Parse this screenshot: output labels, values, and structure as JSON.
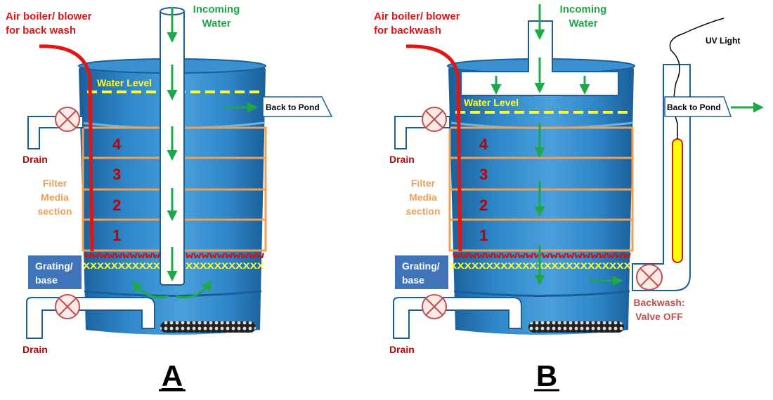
{
  "colors": {
    "barrel": "#2e86c8",
    "barrel_dark": "#1a5f99",
    "water_green": "#1fa84a",
    "air_red": "#e01515",
    "media_orange": "#f0a050",
    "water_level_yellow": "#ffff30",
    "grating_box": "#3f74b8",
    "uv_tube": "#ffff00"
  },
  "diagram_a": {
    "air_label_line1": "Air boiler/ blower",
    "air_label_line2": "for back wash",
    "incoming_line1": "Incoming",
    "incoming_line2": "Water",
    "water_level": "Water Level",
    "back_to_pond": "Back to Pond",
    "drain_top": "Drain",
    "drain_bottom": "Drain",
    "filter_line1": "Filter",
    "filter_line2": "Media",
    "filter_line3": "section",
    "grating_line1": "Grating/",
    "grating_line2": "base",
    "layers": [
      "4",
      "3",
      "2",
      "1"
    ],
    "grating_pattern": "XXXXXXXXXXX",
    "grating_pattern_right": "XXXXXXXXXXX",
    "air_pattern": "WWWWWWWWWW",
    "air_pattern_right": "WWWWWWWWWW",
    "letter": "A"
  },
  "diagram_b": {
    "air_label_line1": "Air boiler/ blower",
    "air_label_line2": "for backwash",
    "incoming_line1": "Incoming",
    "incoming_line2": "Water",
    "water_level": "Water Level",
    "back_to_pond": "Back to Pond",
    "uv_light": "UV Light",
    "drain_top": "Drain",
    "drain_bottom": "Drain",
    "filter_line1": "Filter",
    "filter_line2": "Media",
    "filter_line3": "section",
    "grating_line1": "Grating/",
    "grating_line2": "base",
    "layers": [
      "4",
      "3",
      "2",
      "1"
    ],
    "grating_pattern": "XXXXXXXXXXXXXXXXXXXXXXXXX",
    "air_pattern": "WWWWWWWWWWWWWWWWWWWWWW",
    "backwash_line1": "Backwash:",
    "backwash_line2": "Valve OFF",
    "letter": "B"
  }
}
